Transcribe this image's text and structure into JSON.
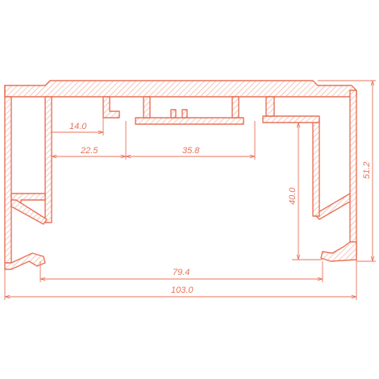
{
  "colors": {
    "outline": "#e8735a",
    "hatch": "#f0a48f",
    "dimension": "#e8735a",
    "background": "#ffffff"
  },
  "dimensions": {
    "inner_left_gap": "14.0",
    "inner_left_width": "22.5",
    "center_channel": "35.8",
    "inner_height": "40.0",
    "bottom_opening": "79.4",
    "overall_width": "103.0",
    "overall_height": "51.2"
  }
}
